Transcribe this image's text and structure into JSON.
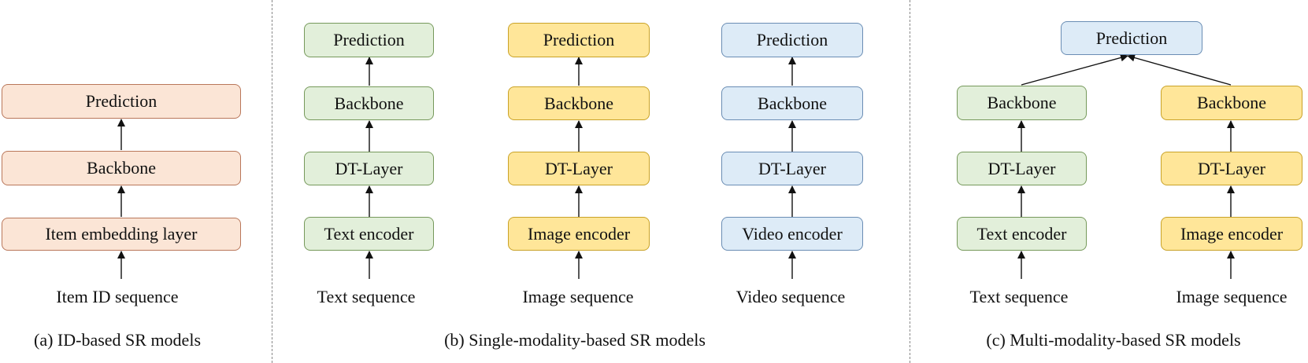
{
  "panel_a": {
    "prediction": "Prediction",
    "backbone": "Backbone",
    "embedding": "Item embedding layer",
    "input": "Item ID sequence",
    "caption": "(a) ID-based SR models"
  },
  "panel_b": {
    "text": {
      "prediction": "Prediction",
      "backbone": "Backbone",
      "dt_layer": "DT-Layer",
      "encoder": "Text encoder",
      "input": "Text sequence"
    },
    "image": {
      "prediction": "Prediction",
      "backbone": "Backbone",
      "dt_layer": "DT-Layer",
      "encoder": "Image encoder",
      "input": "Image sequence"
    },
    "video": {
      "prediction": "Prediction",
      "backbone": "Backbone",
      "dt_layer": "DT-Layer",
      "encoder": "Video encoder",
      "input": "Video sequence"
    },
    "caption": "(b) Single-modality-based SR models"
  },
  "panel_c": {
    "prediction": "Prediction",
    "text": {
      "backbone": "Backbone",
      "dt_layer": "DT-Layer",
      "encoder": "Text encoder",
      "input": "Text sequence"
    },
    "image": {
      "backbone": "Backbone",
      "dt_layer": "DT-Layer",
      "encoder": "Image encoder",
      "input": "Image sequence"
    },
    "caption": "(c) Multi-modality-based SR models"
  },
  "colors": {
    "id_fill": "#fbe5d6",
    "text_fill": "#e2efda",
    "image_fill": "#ffe699",
    "video_fill": "#ddebf7"
  }
}
